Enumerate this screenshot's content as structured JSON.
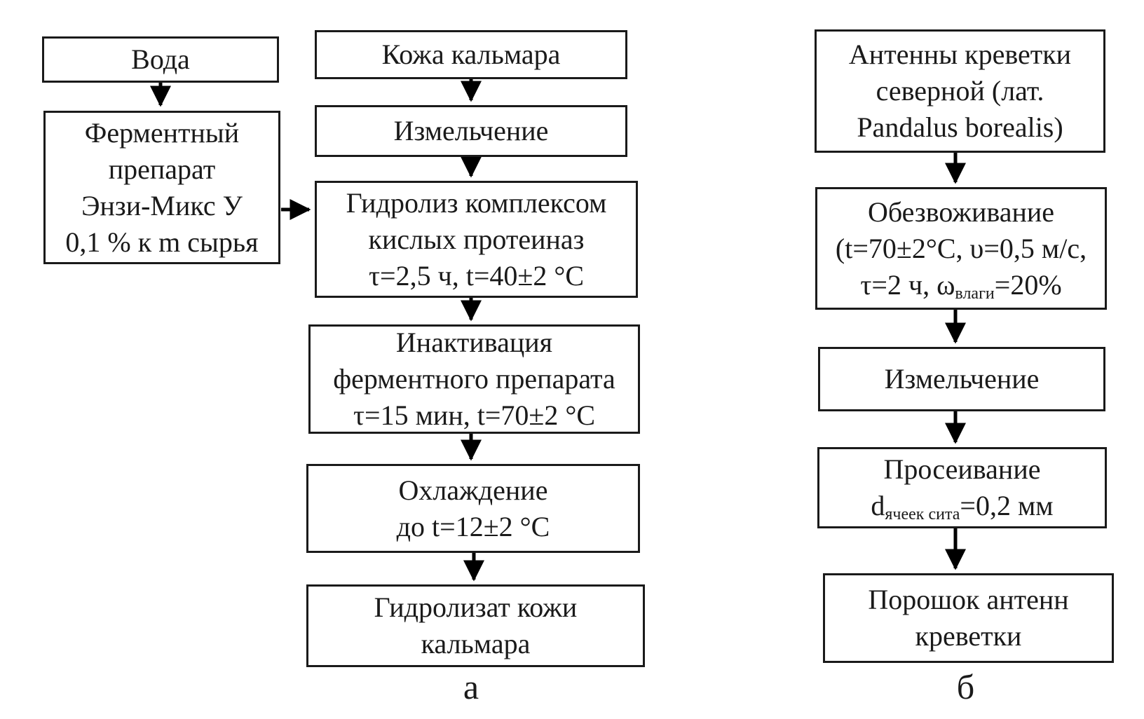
{
  "diagram_a": {
    "water": {
      "lines": [
        "Вода"
      ]
    },
    "enzyme": {
      "lines": [
        "Ферментный",
        "препарат",
        "Энзи-Микс У",
        "0,1 % к m сырья"
      ]
    },
    "raw_material": {
      "lines": [
        "Кожа кальмара"
      ]
    },
    "grinding": {
      "lines": [
        "Измельчение"
      ]
    },
    "hydrolysis": {
      "lines": [
        "Гидролиз комплексом",
        "кислых протеиназ",
        "τ=2,5 ч, t=40±2 °С"
      ]
    },
    "inactivation": {
      "lines": [
        "Инактивация",
        "ферментного препарата",
        "τ=15 мин, t=70±2 °С"
      ]
    },
    "cooling": {
      "lines": [
        "Охлаждение",
        "до t=12±2 °С"
      ]
    },
    "hydrolysate": {
      "lines": [
        "Гидролизат кожи",
        "кальмара"
      ]
    },
    "caption": "а"
  },
  "diagram_b": {
    "antennae": {
      "lines": [
        "Антенны креветки",
        "северной (лат.",
        "Pandalus borealis)"
      ]
    },
    "dehydration": {
      "line1": "Обезвоживание",
      "line2": "(t=70±2°С, υ=0,5 м/с,",
      "line3_pre": "τ=2 ч, ω",
      "line3_sub": "влаги",
      "line3_post": "=20%"
    },
    "grinding": {
      "lines": [
        "Измельчение"
      ]
    },
    "sieving": {
      "line1": "Просеивание",
      "line2_pre": "d",
      "line2_sub": "ячеек сита",
      "line2_post": "=0,2 мм"
    },
    "powder": {
      "lines": [
        "Порошок антенн",
        "креветки"
      ]
    },
    "caption": "б"
  },
  "colors": {
    "background": "#ffffff",
    "box_fill": "#ffffff",
    "box_border": "#1a1a1a",
    "text": "#1a1a1a",
    "arrow": "#000000"
  }
}
